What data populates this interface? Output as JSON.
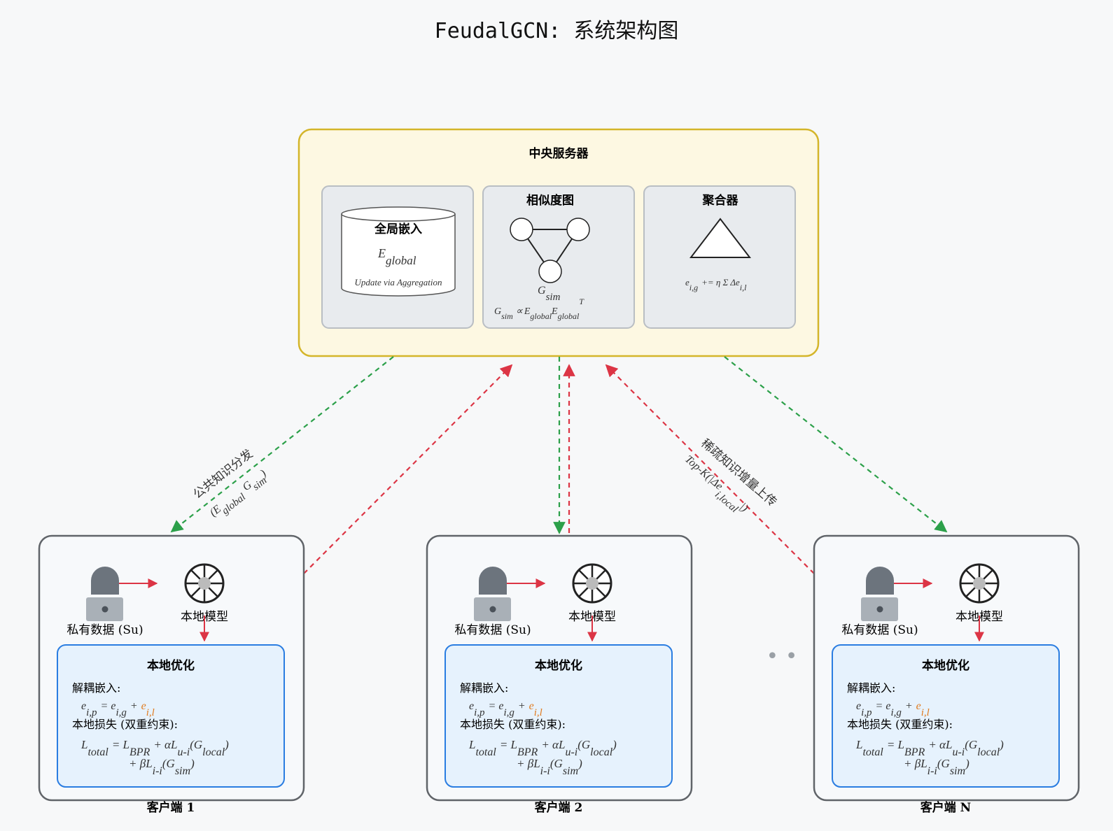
{
  "title": "FeudalGCN: 系统架构图",
  "server": {
    "title": "中央服务器",
    "global_embedding": {
      "title": "全局嵌入",
      "var_main": "E",
      "var_sub": "global",
      "caption": "Update via Aggregation"
    },
    "similarity_graph": {
      "title": "相似度图",
      "label_main": "G",
      "label_sub": "sim",
      "formula": {
        "g": "G",
        "g_sub": "sim",
        "prop": "∝",
        "e1": "E",
        "e1_sub": "global",
        "e2": "E",
        "e2_sub": "global",
        "sup": "T"
      }
    },
    "aggregator": {
      "title": "聚合器",
      "formula": {
        "e": "e",
        "e_sub": "i,g",
        "op": "+= η Σ Δe",
        "sub2": "i,l"
      }
    }
  },
  "left_annotation": {
    "line1": "公共知识分发",
    "line2_open": "(E",
    "line2_sub1": "global",
    "line2_g": "G",
    "line2_sub2": "sim",
    "line2_close": ")"
  },
  "right_annotation": {
    "line1": "稀疏知识增量上传",
    "line2_main": "Top-K(|Δe",
    "line2_sub": "i,local",
    "line2_close": "|)"
  },
  "ellipsis": "• •",
  "clients": [
    {
      "label": "客户端 1",
      "private_data": "私有数据 (Su)",
      "local_model": "本地模型",
      "opt_title": "本地优化",
      "decouple_label": "解耦嵌入:",
      "eq1": {
        "lhs": "e",
        "lhs_sub": "i,p",
        "eq": "= e",
        "sub1": "i,g",
        "plus": "+",
        "e2": "e",
        "sub2": "i,l"
      },
      "loss_label": "本地损失 (双重约束):",
      "eq2": {
        "L": "L",
        "L_sub": "total",
        "eq": "= L",
        "bpr": "BPR",
        "alpha": "+ αL",
        "ui": "u-i",
        "g": "(G",
        "local": "local",
        "close": ")"
      },
      "eq3": {
        "beta": "+ βL",
        "ii": "i-i",
        "g": "(G",
        "sim": "sim",
        "close": ")"
      }
    },
    {
      "label": "客户端 2",
      "private_data": "私有数据 (Su)",
      "local_model": "本地模型",
      "opt_title": "本地优化",
      "decouple_label": "解耦嵌入:",
      "eq1": {
        "lhs": "e",
        "lhs_sub": "i,p",
        "eq": "= e",
        "sub1": "i,g",
        "plus": "+",
        "e2": "e",
        "sub2": "i,l"
      },
      "loss_label": "本地损失 (双重约束):",
      "eq2": {
        "L": "L",
        "L_sub": "total",
        "eq": "= L",
        "bpr": "BPR",
        "alpha": "+ αL",
        "ui": "u-i",
        "g": "(G",
        "local": "local",
        "close": ")"
      },
      "eq3": {
        "beta": "+ βL",
        "ii": "i-i",
        "g": "(G",
        "sim": "sim",
        "close": ")"
      }
    },
    {
      "label": "客户端 N",
      "private_data": "私有数据 (Su)",
      "local_model": "本地模型",
      "opt_title": "本地优化",
      "decouple_label": "解耦嵌入:",
      "eq1": {
        "lhs": "e",
        "lhs_sub": "i,p",
        "eq": "= e",
        "sub1": "i,g",
        "plus": "+",
        "e2": "e",
        "sub2": "i,l"
      },
      "loss_label": "本地损失 (双重约束):",
      "eq2": {
        "L": "L",
        "L_sub": "total",
        "eq": "= L",
        "bpr": "BPR",
        "alpha": "+ αL",
        "ui": "u-i",
        "g": "(G",
        "local": "local",
        "close": ")"
      },
      "eq3": {
        "beta": "+ βL",
        "ii": "i-i",
        "g": "(G",
        "sim": "sim",
        "close": ")"
      }
    }
  ],
  "colors": {
    "server_border": "#d4b52a",
    "server_fill": "#fdf8e2",
    "client_border": "#606469",
    "opt_border": "#2a7de1",
    "opt_fill": "#e6f2fd",
    "download_arrow": "#2ca04a",
    "upload_arrow": "#dc3545",
    "accent_orange": "#e07b1f"
  },
  "icons": [
    "database-icon",
    "lock-icon",
    "model-wheel-icon",
    "graph-icon",
    "triangle-icon"
  ]
}
